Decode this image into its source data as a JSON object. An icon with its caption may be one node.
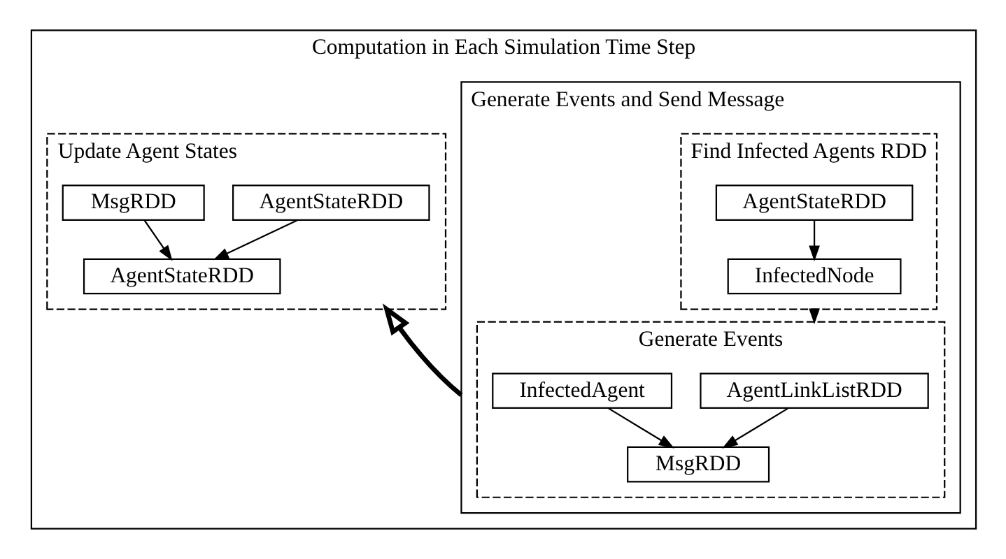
{
  "diagram": {
    "nodes": [
      {
        "text": [
          "Computation in Each Simulation Time Step"
        ]
      },
      {
        "text": [
          "Generate Events and Send Message"
        ],
        "in": 0
      },
      {
        "text": [
          "Find Infected Agents RDD"
        ],
        "in": 1
      },
      {
        "text": [
          "AgentStateRDD"
        ],
        "in": 2
      },
      {
        "text": [
          "InfectedNode"
        ],
        "in": 2
      },
      {
        "text": [
          "Generate Events"
        ],
        "in": 1
      },
      {
        "text": [
          "AgentLinkListRDD"
        ],
        "in": 5
      },
      {
        "text": [
          "InfectedAgent"
        ],
        "in": 5
      },
      {
        "text": [
          "MsgRDD"
        ],
        "in": 5
      },
      {
        "text": [
          "Update Agent States"
        ],
        "in": 0
      },
      {
        "text": [
          "AgentStateRDD"
        ],
        "in": 9
      },
      {
        "text": [
          "MsgRDD"
        ],
        "in": 9
      },
      {
        "text": [
          "AgentStateRDD"
        ],
        "in": 9
      }
    ],
    "edges": [
      {
        "from": 3,
        "to": 4,
        "arrow": "to"
      },
      {
        "from": 2,
        "to": 5,
        "arrow": "to"
      },
      {
        "from": 6,
        "to": 8,
        "arrow": "to"
      },
      {
        "from": 7,
        "to": 8,
        "arrow": "to"
      },
      {
        "from": 1,
        "to": 9,
        "arrow": "to",
        "style": "thick"
      },
      {
        "from": 10,
        "to": 12,
        "arrow": "to"
      },
      {
        "from": 11,
        "to": 12,
        "arrow": "to"
      }
    ]
  }
}
